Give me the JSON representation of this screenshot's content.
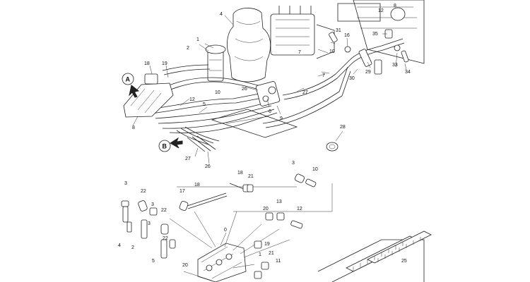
{
  "labels": {
    "view_a": "A",
    "view_b": "B",
    "n1": "1",
    "n2": "2",
    "n3": "3",
    "n4": "4",
    "n5": "5",
    "n6": "6",
    "n7": "7",
    "n8": "8",
    "n9": "9",
    "n10": "10",
    "n11": "11",
    "n12": "12",
    "n13": "13",
    "n16": "16",
    "n17": "17",
    "n18": "18",
    "n19": "19",
    "n20": "20",
    "n21": "21",
    "n22": "22",
    "n25": "25",
    "n26": "26",
    "n27": "27",
    "n28": "28",
    "n29": "29",
    "n30": "30",
    "n31": "31",
    "n33": "33",
    "n34": "34",
    "n35": "35",
    "n0": "0"
  }
}
